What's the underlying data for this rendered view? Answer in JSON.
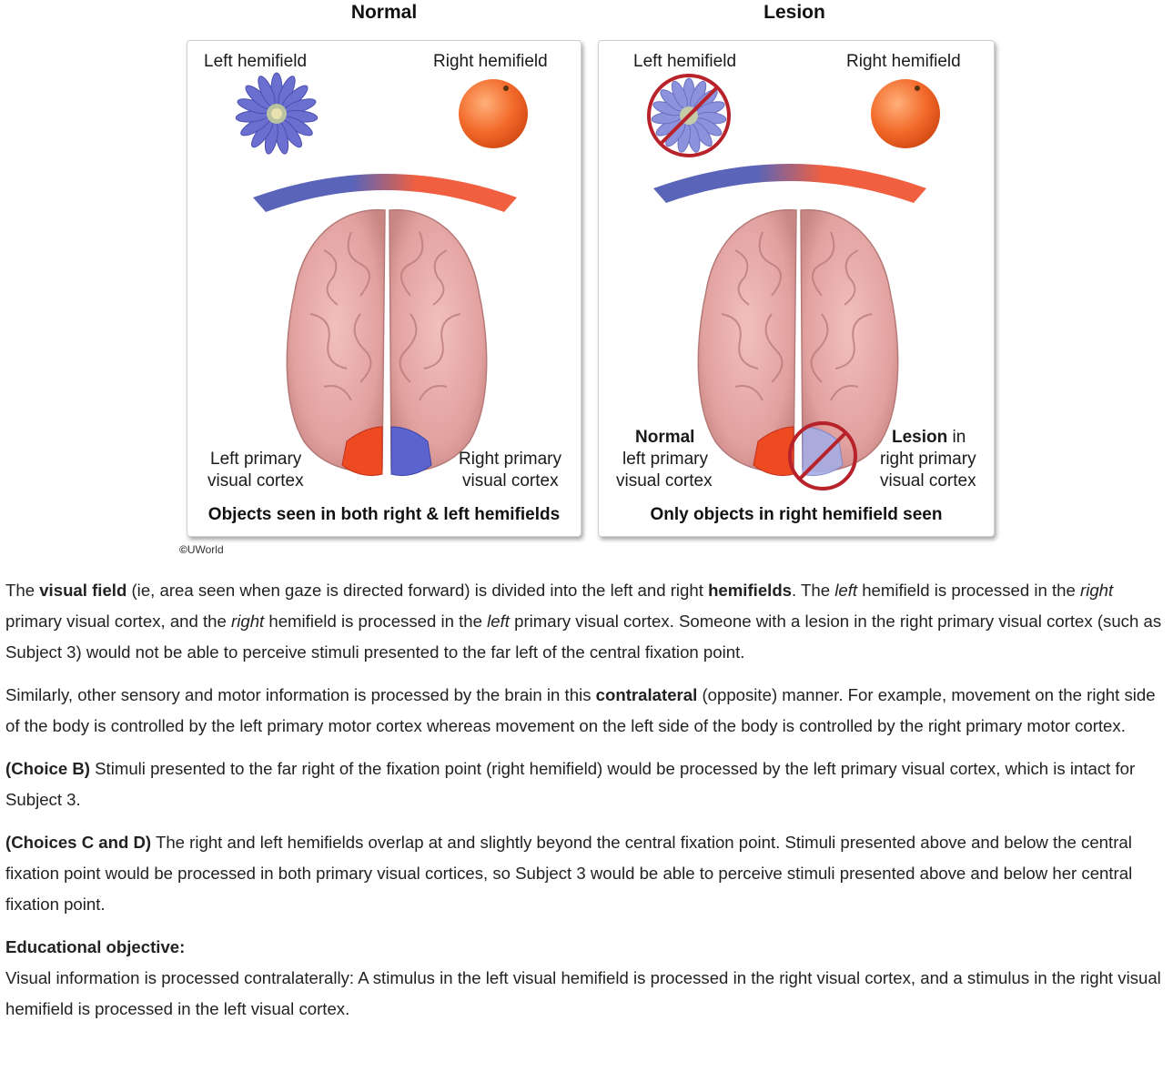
{
  "figure": {
    "left_panel": {
      "title": "Normal",
      "left_hemifield": "Left hemifield",
      "right_hemifield": "Right hemifield",
      "cortex_left_line1": "Left primary",
      "cortex_left_line2": "visual cortex",
      "cortex_right_line1": "Right primary",
      "cortex_right_line2": "visual cortex",
      "caption": "Objects seen in both right & left hemifields"
    },
    "right_panel": {
      "title": "Lesion",
      "left_hemifield": "Left hemifield",
      "right_hemifield": "Right hemifield",
      "normal_bold": "Normal",
      "normal_line2": "left primary",
      "normal_line3": "visual cortex",
      "lesion_bold": "Lesion",
      "lesion_rest": " in",
      "lesion_line2": "right primary",
      "lesion_line3": "visual cortex",
      "caption": "Only objects in right hemifield seen"
    },
    "copyright_symbol": "©",
    "copyright": "UWorld",
    "colors": {
      "blue": "#5a64b8",
      "red": "#f06040",
      "brain": "#e4a5a3",
      "lesion": "#b8222a"
    }
  },
  "explanation": {
    "p1": {
      "a": "The ",
      "b1": "visual field",
      "c": " (ie, area seen when gaze is directed forward) is divided into the left and right ",
      "b2": "hemifields",
      "d": ".  The ",
      "i1": "left",
      "e": " hemifield is processed in the ",
      "i2": "right",
      "f": " primary visual cortex, and the ",
      "i3": "right",
      "g": " hemifield is processed in the ",
      "i4": "left",
      "h": " primary visual cortex.  Someone with a lesion in the right primary visual cortex (such as Subject 3) would not be able to perceive stimuli presented to the far left of the central fixation point."
    },
    "p2": {
      "a": "Similarly, other sensory and motor information is processed by the brain in this ",
      "b1": "contralateral",
      "c": " (opposite) manner.  For example, movement on the right side of the body is controlled by the left primary motor cortex whereas movement on the left side of the body is controlled by the right primary motor cortex."
    },
    "p3": {
      "b1": "(Choice B)",
      "a": "  Stimuli presented to the far right of the fixation point (right hemifield) would be processed by the left primary visual cortex, which is intact for Subject 3."
    },
    "p4": {
      "b1": "(Choices C and D)",
      "a": "  The right and left hemifields overlap at and slightly beyond the central fixation point.  Stimuli presented above and below the central fixation point would be processed in both primary visual cortices, so Subject 3 would be able to perceive stimuli presented above and below her central fixation point."
    },
    "objective_heading": "Educational objective:",
    "objective_text": "Visual information is processed contralaterally: A stimulus in the left visual hemifield is processed in the right visual cortex, and a stimulus in the right visual hemifield is processed in the left visual cortex."
  }
}
